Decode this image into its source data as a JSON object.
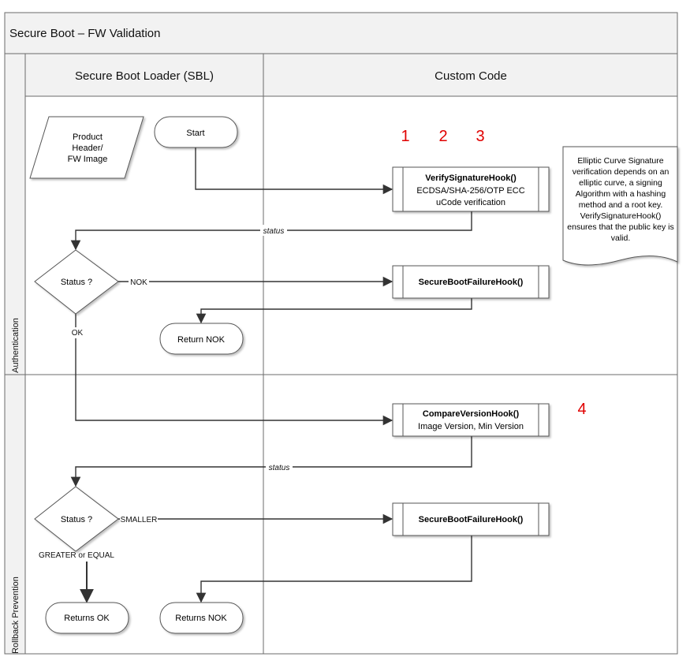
{
  "title": "Secure Boot – FW Validation",
  "columns": {
    "sbl": "Secure Boot Loader (SBL)",
    "custom": "Custom Code"
  },
  "lanes": {
    "auth": "Authentication",
    "rollback": "Rollback Prevention"
  },
  "nodes": {
    "product": [
      "Product",
      "Header/",
      "FW Image"
    ],
    "start": "Start",
    "verify": {
      "title": "VerifySignatureHook()",
      "line1": "ECDSA/SHA-256/OTP ECC",
      "line2": "uCode verification"
    },
    "status1": "Status ?",
    "failure1": "SecureBootFailureHook()",
    "return_nok1": "Return NOK",
    "compare": {
      "title": "CompareVersionHook()",
      "line1": "Image Version, Min Version"
    },
    "status2": "Status ?",
    "failure2": "SecureBootFailureHook()",
    "returns_ok": "Returns OK",
    "returns_nok2": "Returns NOK"
  },
  "edge_labels": {
    "status_a": "status",
    "nok": "NOK",
    "ok": "OK",
    "status_b": "status",
    "smaller": "SMALLER",
    "greater_equal": "GREATER or EQUAL"
  },
  "numbers": [
    "1",
    "2",
    "3",
    "4"
  ],
  "note": [
    "Elliptic Curve Signature",
    "verification depends on an",
    "elliptic curve, a signing",
    "Algorithm with a hashing",
    "method and a root key.",
    "VerifySignatureHook()",
    "ensures that the public key is",
    "valid."
  ],
  "colors": {
    "header_bg": "#f2f2f2",
    "number_red": "#e00000",
    "line": "#3a3a3a"
  }
}
